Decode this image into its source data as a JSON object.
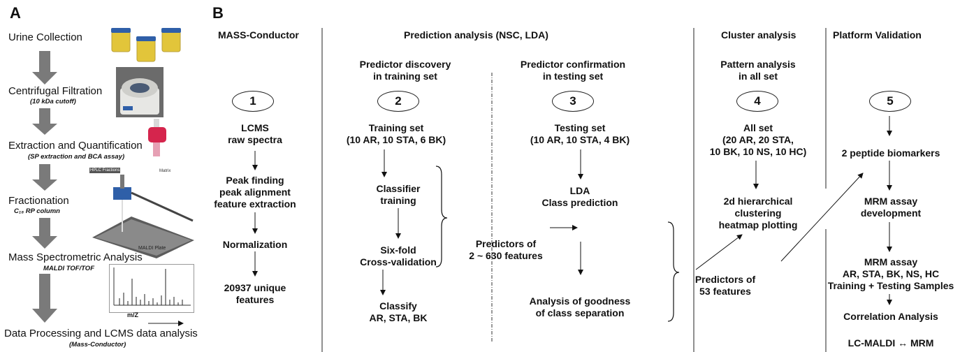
{
  "panel_a": {
    "label": "A",
    "steps": [
      {
        "title": "Urine Collection",
        "sub": ""
      },
      {
        "title": "Centrifugal Filtration",
        "sub": "(10 kDa cutoff)"
      },
      {
        "title": "Extraction and Quantification",
        "sub": "(SP extraction and BCA assay)"
      },
      {
        "title": "Fractionation",
        "sub": "C₁₈ RP column"
      },
      {
        "title": "Mass Spectrometric Analysis",
        "sub": "MALDI TOF/TOF"
      },
      {
        "title": "Data Processing and LCMS data analysis",
        "sub": "(Mass-Conductor)"
      }
    ],
    "image_labels": {
      "hplc": "HPLC Fractions",
      "matrix": "Matrix",
      "plate": "MALDI Plate",
      "mz": "m/Z"
    }
  },
  "panel_b": {
    "label": "B",
    "headers": {
      "mass_conductor": "MASS-Conductor",
      "prediction": "Prediction analysis (NSC, LDA)",
      "cluster": "Cluster analysis",
      "platform": "Platform Validation"
    },
    "subheaders": {
      "discovery": "Predictor discovery\nin training set",
      "confirmation": "Predictor confirmation\nin testing set",
      "pattern": "Pattern analysis\nin all set"
    },
    "circles": [
      "1",
      "2",
      "3",
      "4",
      "5"
    ],
    "col1": {
      "a": "LCMS\nraw spectra",
      "b": "Peak finding\npeak alignment\nfeature extraction",
      "c": "Normalization",
      "d": "20937 unique\nfeatures"
    },
    "col2": {
      "a": "Training set\n(10 AR, 10 STA, 6 BK)",
      "b": "Classifier\ntraining",
      "c": "Six-fold\nCross-validation",
      "d": "Classify\nAR, STA, BK"
    },
    "predictors_630": "Predictors of\n2 ~ 630 features",
    "col3": {
      "a": "Testing set\n(10 AR, 10 STA, 4 BK)",
      "b": "LDA\nClass prediction",
      "c": "Analysis of goodness\nof class separation"
    },
    "col4": {
      "a": "All set\n(20 AR, 20 STA,\n10 BK, 10 NS, 10 HC)",
      "b": "2d hierarchical\nclustering\nheatmap plotting"
    },
    "predictors_53": "Predictors of\n53 features",
    "col5": {
      "a": "2 peptide biomarkers",
      "b": "MRM assay\ndevelopment",
      "c": "MRM assay\nAR, STA, BK, NS, HC\nTraining + Testing Samples",
      "d": "Correlation Analysis",
      "e": "LC-MALDI ↔ MRM"
    }
  },
  "colors": {
    "arrow_gray": "#7a7a7a",
    "urine": "#e2c53a",
    "cap": "#2f5fa8"
  }
}
